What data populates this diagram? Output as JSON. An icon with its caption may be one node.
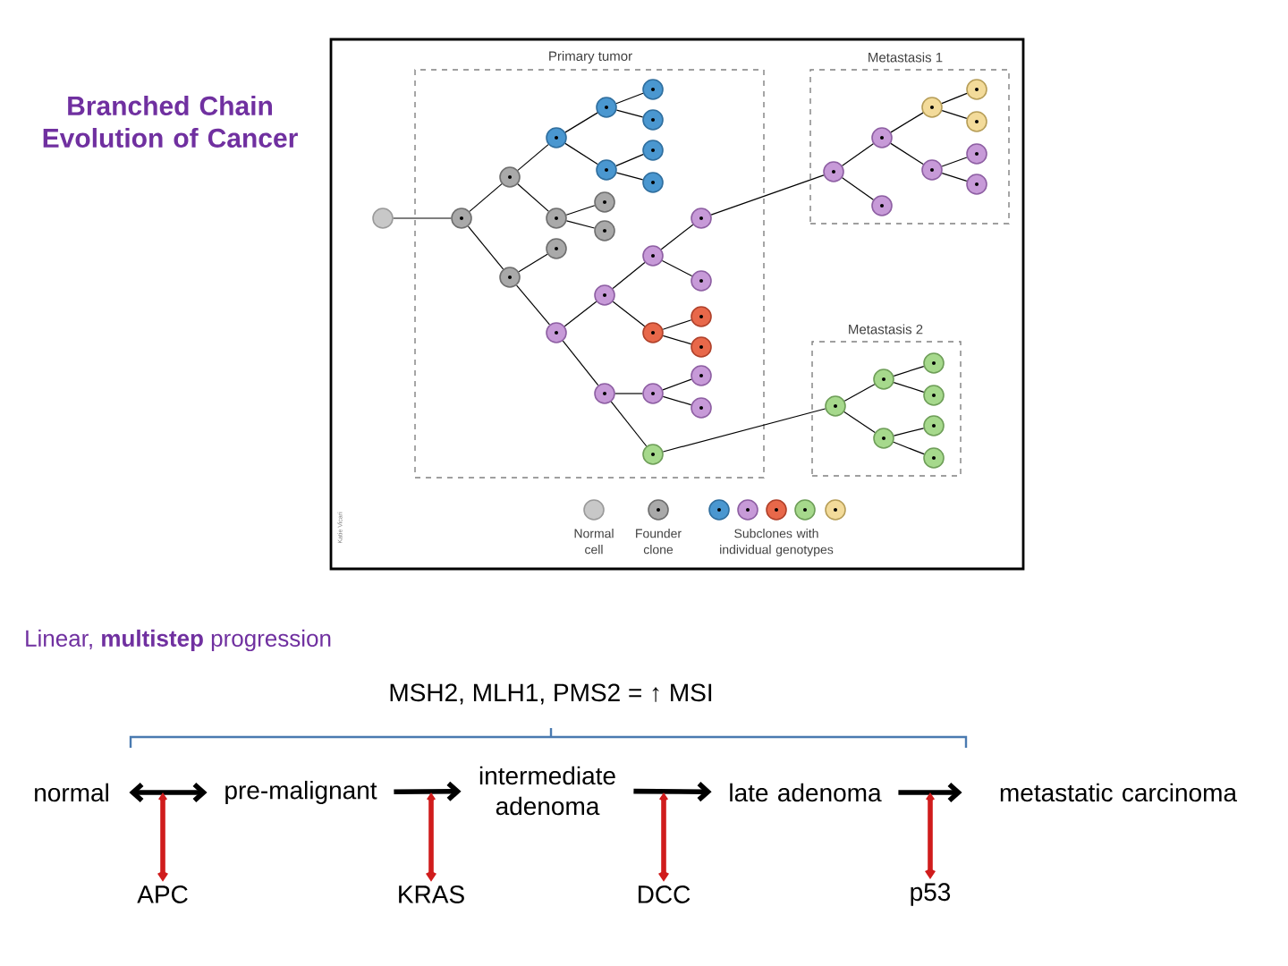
{
  "diagram": {
    "title": "Branched Chain Evolution of Cancer",
    "nodes": [
      {
        "text": [
          "Primary tumor"
        ]
      },
      {
        "text": [
          "Metastasis 1"
        ]
      },
      {
        "text": [
          "Metastasis 2"
        ]
      },
      {
        "text": [],
        "shape": "circle"
      },
      {
        "text": [],
        "shape": "circle",
        "in": 0
      },
      {
        "text": [],
        "shape": "circle",
        "in": 0
      },
      {
        "text": [],
        "shape": "circle",
        "in": 0
      },
      {
        "text": [],
        "shape": "circle",
        "in": 0
      },
      {
        "text": [],
        "shape": "circle",
        "in": 0
      },
      {
        "text": [],
        "shape": "circle",
        "in": 0
      },
      {
        "text": [],
        "shape": "circle",
        "in": 0
      },
      {
        "text": [],
        "shape": "circle",
        "in": 0
      },
      {
        "text": [],
        "shape": "circle",
        "in": 0
      },
      {
        "text": [],
        "shape": "circle",
        "in": 0
      },
      {
        "text": [],
        "shape": "circle",
        "in": 0
      },
      {
        "text": [],
        "shape": "circle",
        "in": 0
      },
      {
        "text": [],
        "shape": "circle",
        "in": 0
      },
      {
        "text": [],
        "shape": "circle",
        "in": 0
      },
      {
        "text": [],
        "shape": "circle",
        "in": 0
      },
      {
        "text": [],
        "shape": "circle",
        "in": 0
      },
      {
        "text": [],
        "shape": "circle",
        "in": 0
      },
      {
        "text": [],
        "shape": "circle",
        "in": 0
      },
      {
        "text": [],
        "shape": "circle",
        "in": 0
      },
      {
        "text": [],
        "shape": "circle",
        "in": 0
      },
      {
        "text": [],
        "shape": "circle",
        "in": 0
      },
      {
        "text": [],
        "shape": "circle",
        "in": 0
      },
      {
        "text": [],
        "shape": "circle",
        "in": 0
      },
      {
        "text": [],
        "shape": "circle",
        "in": 0
      },
      {
        "text": [],
        "shape": "circle",
        "in": 0
      },
      {
        "text": [],
        "shape": "circle",
        "in": 0
      },
      {
        "text": [],
        "shape": "circle",
        "in": 0
      },
      {
        "text": [],
        "shape": "circle",
        "in": 1
      },
      {
        "text": [],
        "shape": "circle",
        "in": 1
      },
      {
        "text": [],
        "shape": "circle",
        "in": 1
      },
      {
        "text": [],
        "shape": "circle",
        "in": 1
      },
      {
        "text": [],
        "shape": "circle",
        "in": 1
      },
      {
        "text": [],
        "shape": "circle",
        "in": 1
      },
      {
        "text": [],
        "shape": "circle",
        "in": 1
      },
      {
        "text": [],
        "shape": "circle",
        "in": 1
      },
      {
        "text": [],
        "shape": "circle",
        "in": 1
      },
      {
        "text": [],
        "shape": "circle",
        "in": 2
      },
      {
        "text": [],
        "shape": "circle",
        "in": 2
      },
      {
        "text": [],
        "shape": "circle",
        "in": 2
      },
      {
        "text": [],
        "shape": "circle",
        "in": 2
      },
      {
        "text": [],
        "shape": "circle",
        "in": 2
      },
      {
        "text": [],
        "shape": "circle",
        "in": 2
      },
      {
        "text": [],
        "shape": "circle",
        "in": 2
      },
      {
        "text": [
          "normal"
        ]
      },
      {
        "text": [
          "pre-malignant"
        ]
      },
      {
        "text": [
          "intermediate adenoma"
        ]
      },
      {
        "text": [
          "late adenoma"
        ]
      },
      {
        "text": [
          "metastatic carcinoma"
        ]
      },
      {
        "text": [
          "APC"
        ]
      },
      {
        "text": [
          "KRAS"
        ]
      },
      {
        "text": [
          "DCC"
        ]
      },
      {
        "text": [
          "p53"
        ]
      }
    ],
    "edges": [
      {
        "from": 3,
        "to": 4,
        "arrow": "none"
      },
      {
        "from": 4,
        "to": 5,
        "arrow": "none"
      },
      {
        "from": 4,
        "to": 6,
        "arrow": "none"
      },
      {
        "from": 5,
        "to": 7,
        "arrow": "none"
      },
      {
        "from": 5,
        "to": 8,
        "arrow": "none"
      },
      {
        "from": 7,
        "to": 11,
        "arrow": "none"
      },
      {
        "from": 7,
        "to": 12,
        "arrow": "none"
      },
      {
        "from": 11,
        "to": 17,
        "arrow": "none"
      },
      {
        "from": 11,
        "to": 18,
        "arrow": "none"
      },
      {
        "from": 12,
        "to": 19,
        "arrow": "none"
      },
      {
        "from": 12,
        "to": 20,
        "arrow": "none"
      },
      {
        "from": 8,
        "to": 13,
        "arrow": "none"
      },
      {
        "from": 8,
        "to": 14,
        "arrow": "none"
      },
      {
        "from": 6,
        "to": 9,
        "arrow": "none"
      },
      {
        "from": 6,
        "to": 10,
        "arrow": "none"
      },
      {
        "from": 10,
        "to": 15,
        "arrow": "none"
      },
      {
        "from": 10,
        "to": 16,
        "arrow": "none"
      },
      {
        "from": 15,
        "to": 21,
        "arrow": "none"
      },
      {
        "from": 15,
        "to": 22,
        "arrow": "none"
      },
      {
        "from": 21,
        "to": 25,
        "arrow": "none"
      },
      {
        "from": 21,
        "to": 26,
        "arrow": "none"
      },
      {
        "from": 22,
        "to": 27,
        "arrow": "none"
      },
      {
        "from": 22,
        "to": 28,
        "arrow": "none"
      },
      {
        "from": 16,
        "to": 23,
        "arrow": "none"
      },
      {
        "from": 16,
        "to": 24,
        "arrow": "none"
      },
      {
        "from": 23,
        "to": 29,
        "arrow": "none"
      },
      {
        "from": 23,
        "to": 30,
        "arrow": "none"
      },
      {
        "from": 25,
        "to": 31,
        "arrow": "none"
      },
      {
        "from": 31,
        "to": 32,
        "arrow": "none"
      },
      {
        "from": 31,
        "to": 33,
        "arrow": "none"
      },
      {
        "from": 32,
        "to": 34,
        "arrow": "none"
      },
      {
        "from": 32,
        "to": 35,
        "arrow": "none"
      },
      {
        "from": 34,
        "to": 36,
        "arrow": "none"
      },
      {
        "from": 34,
        "to": 37,
        "arrow": "none"
      },
      {
        "from": 35,
        "to": 38,
        "arrow": "none"
      },
      {
        "from": 35,
        "to": 39,
        "arrow": "none"
      },
      {
        "from": 24,
        "to": 40,
        "arrow": "none"
      },
      {
        "from": 40,
        "to": 41,
        "arrow": "none"
      },
      {
        "from": 40,
        "to": 42,
        "arrow": "none"
      },
      {
        "from": 41,
        "to": 43,
        "arrow": "none"
      },
      {
        "from": 41,
        "to": 44,
        "arrow": "none"
      },
      {
        "from": 42,
        "to": 45,
        "arrow": "none"
      },
      {
        "from": 42,
        "to": 46,
        "arrow": "none"
      },
      {
        "from": 47,
        "to": 48,
        "arrow": "both",
        "style": "thick"
      },
      {
        "from": 48,
        "to": 49,
        "arrow": "to",
        "style": "thick"
      },
      {
        "from": 49,
        "to": 50,
        "arrow": "to",
        "style": "thick"
      },
      {
        "from": 50,
        "to": 51,
        "arrow": "to",
        "style": "thick"
      },
      {
        "from": null,
        "to": 52,
        "arrow": "both",
        "style": "thick",
        "color": "#d01c1c"
      },
      {
        "from": null,
        "to": 53,
        "arrow": "both",
        "style": "thick",
        "color": "#d01c1c"
      },
      {
        "from": null,
        "to": 54,
        "arrow": "both",
        "style": "thick",
        "color": "#d01c1c"
      },
      {
        "from": null,
        "to": 55,
        "arrow": "both",
        "style": "thick",
        "color": "#d01c1c"
      }
    ],
    "labels": [
      "Katie Vicari",
      "Linear, **multistep** progression",
      "MSH2, MLH1, PMS2 = ↑ MSI"
    ],
    "legend": [
      {
        "text": "Normal cell"
      },
      {
        "text": "Founder clone"
      },
      {
        "text": "Subclones with individual genotypes"
      }
    ]
  }
}
